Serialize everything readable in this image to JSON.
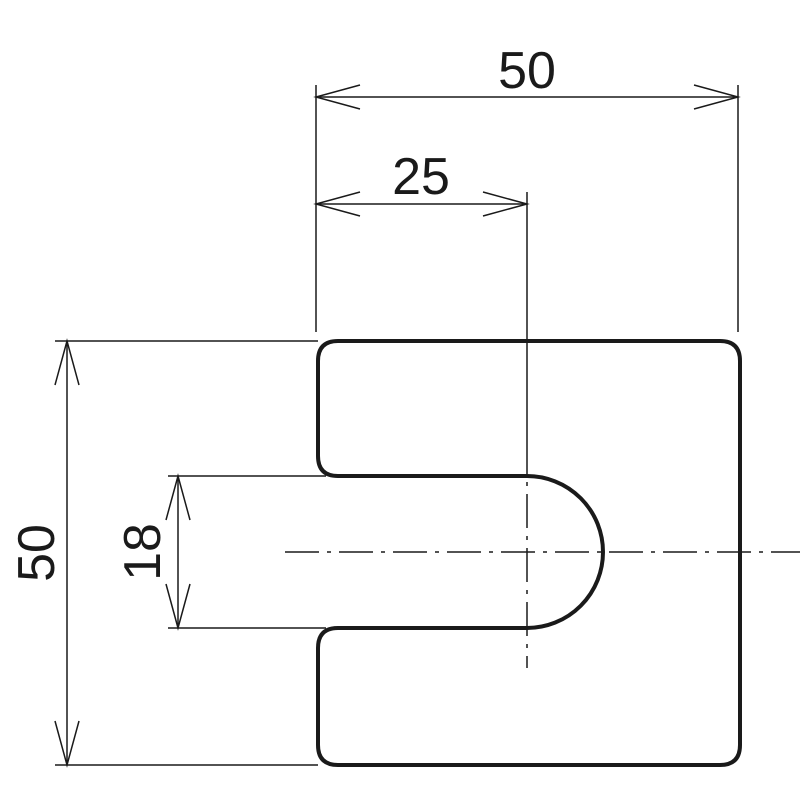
{
  "dimensions": {
    "overall_width": "50",
    "half_width": "25",
    "overall_height": "50",
    "slot_width": "18"
  },
  "colors": {
    "line": "#1a1a1a",
    "background": "#ffffff"
  }
}
